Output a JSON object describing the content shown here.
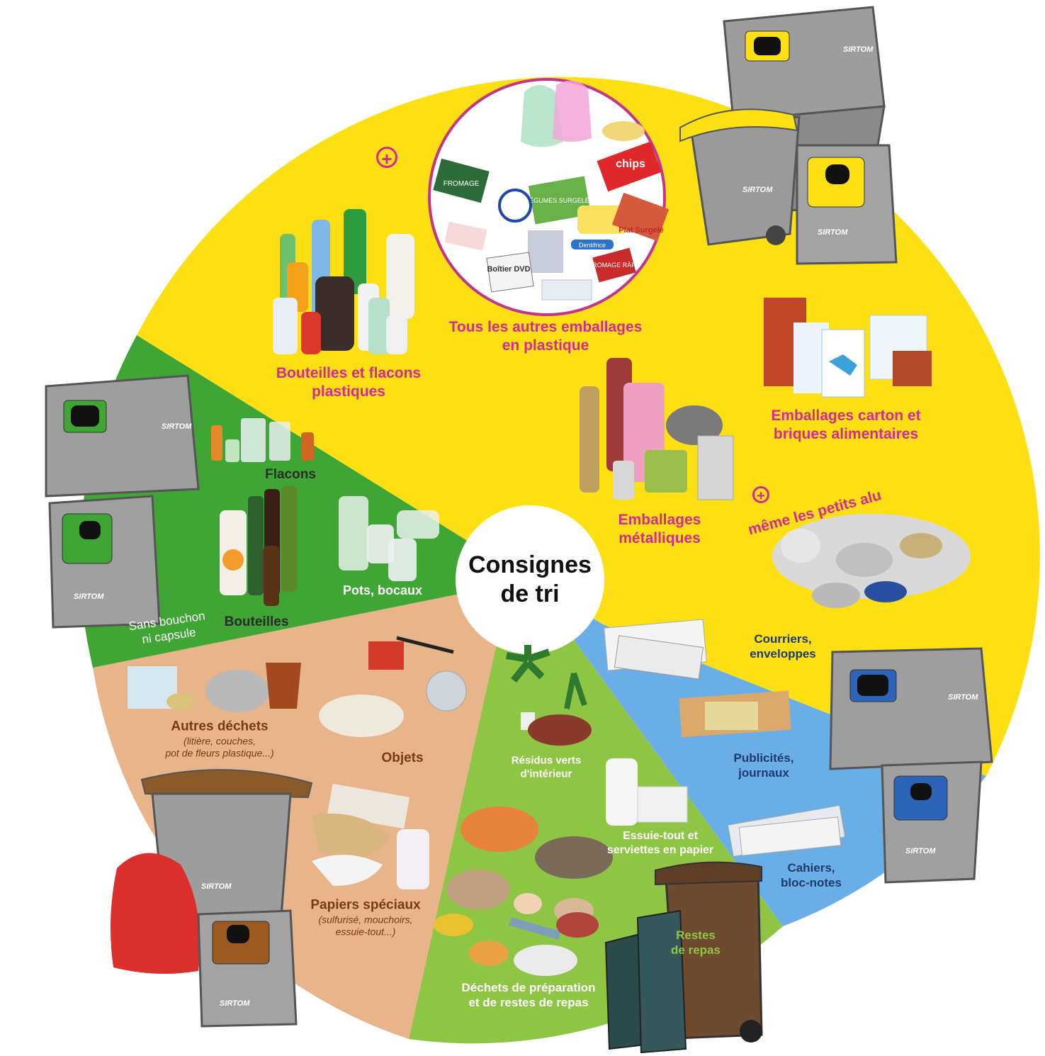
{
  "center": {
    "line1": "Consignes",
    "line2": "de tri"
  },
  "colors": {
    "yellow": "#fde014",
    "green": "#3fa535",
    "peach": "#e8b48a",
    "lime": "#8fc544",
    "blue": "#6aaee8",
    "pink_text": "#d62a8e",
    "bin_gray": "#9e9e9e"
  },
  "yellow_section": {
    "bottles": {
      "line1": "Bouteilles et flacons",
      "line2": "plastiques"
    },
    "other_plastics": {
      "line1": "Tous les autres emballages",
      "line2": "en plastique"
    },
    "cartons": {
      "line1": "Emballages carton et",
      "line2": "briques alimentaires"
    },
    "metal": {
      "line1": "Emballages",
      "line2": "métalliques"
    },
    "small_alu": "même les petits alu",
    "pack_labels": [
      "FROMAGE",
      "chips",
      "LÉGUMES SURGELÉS",
      "Plat Surgelé",
      "Dentifrice",
      "FROMAGE RÂPÉ",
      "Boîtier DVD"
    ]
  },
  "green_section": {
    "flacons": "Flacons",
    "jars": "Pots, bocaux",
    "bottles": "Bouteilles",
    "note": {
      "line1": "Sans bouchon",
      "line2": "ni capsule"
    }
  },
  "peach_section": {
    "other_waste": {
      "title": "Autres déchets",
      "detail1": "(litière, couches,",
      "detail2": "pot de fleurs plastique...)"
    },
    "objects": "Objets",
    "special_papers": {
      "title": "Papiers spéciaux",
      "detail1": "(sulfurisé, mouchoirs,",
      "detail2": "essuie-tout...)"
    }
  },
  "lime_section": {
    "green_residues": {
      "line1": "Résidus verts",
      "line2": "d'intérieur"
    },
    "paper_towels": {
      "line1": "Essuie-tout et",
      "line2": "serviettes en papier"
    },
    "meal_leftovers": {
      "line1": "Restes",
      "line2": "de repas"
    },
    "prep_waste": {
      "line1": "Déchets de préparation",
      "line2": "et de restes de repas"
    }
  },
  "blue_section": {
    "mail": {
      "line1": "Courriers,",
      "line2": "enveloppes"
    },
    "ads": {
      "line1": "Publicités,",
      "line2": "journaux"
    },
    "notebooks": {
      "line1": "Cahiers,",
      "line2": "bloc-notes"
    }
  },
  "bins": {
    "brand": "SIRTOM",
    "plus_symbol": "+"
  }
}
